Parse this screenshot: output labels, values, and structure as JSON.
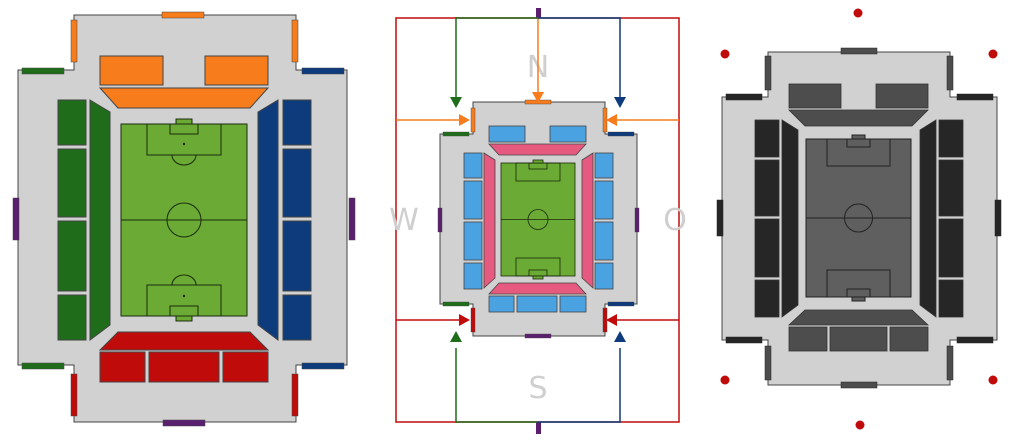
{
  "compass": {
    "north": "N",
    "south": "S",
    "west": "W",
    "east": "O"
  },
  "colors": {
    "north": "#f77c1c",
    "south": "#c00b0b",
    "west": "#1f6d1a",
    "east": "#0d3b7b",
    "end": "#5a1f6e",
    "pitch": "#6aaa35",
    "pitch_line": "#1a2b0d",
    "concourse": "#d1d1d1",
    "outline": "#444444",
    "tier_blue": "#4ba2e0",
    "tier_pink": "#e65a80",
    "mono_dark": "#262626",
    "mono_mid": "#4d4d4d",
    "mono_field": "#5f5f5f",
    "marker": "#c00b0b",
    "compass_text": "#cfcfcf"
  }
}
